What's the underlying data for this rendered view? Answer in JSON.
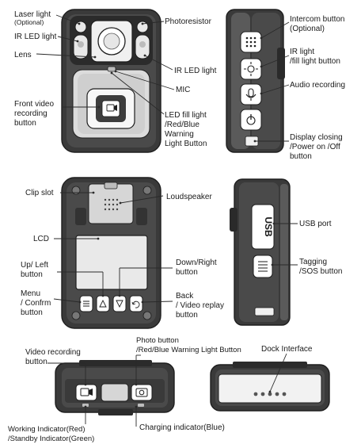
{
  "front_view": {
    "laser_light": "Laser light",
    "laser_light_note": "(Optional)",
    "ir_led_light_left": "IR LED light",
    "lens": "Lens",
    "front_video_recording_button": [
      "Front video",
      "recording",
      "button"
    ],
    "photoresistor": "Photoresistor",
    "ir_led_light_right": "IR LED light",
    "mic": "MIC",
    "led_fill_light": [
      "LED fill light",
      "/Red/Blue",
      "Warning",
      "Light Button"
    ]
  },
  "side_view_right": {
    "intercom_button": [
      "Intercom button",
      "(Optional)"
    ],
    "ir_light_fill_button": [
      "IR light",
      "/fill light button"
    ],
    "audio_recording": "Audio recording",
    "display_closing": [
      "Display closing",
      "/Power on /Off",
      "button"
    ]
  },
  "back_view": {
    "clip_slot": "Clip slot",
    "loudspeaker": "Loudspeaker",
    "lcd": "LCD",
    "up_left_button": [
      "Up/ Left",
      "button"
    ],
    "down_right_button": [
      "Down/Right",
      "button"
    ],
    "menu_confirm_button": [
      "Menu",
      "/ Confrm",
      "button"
    ],
    "back_video_replay_button": [
      "Back",
      "/ Video replay",
      "button"
    ]
  },
  "side_view_left": {
    "usb_port": "USB port",
    "usb_text": "USB",
    "tagging_sos_button": [
      "Tagging",
      "/SOS button"
    ]
  },
  "top_view": {
    "video_recording_button": [
      "Video recording",
      "button"
    ],
    "photo_button": [
      "Photo button",
      "/Red/Blue Warning Light Button"
    ],
    "working_indicator": [
      "Working Indicator(Red)",
      "/Standby Indicator(Green)"
    ],
    "charging_indicator": "Charging indicator(Blue)"
  },
  "bottom_view": {
    "dock_interface": "Dock Interface"
  }
}
